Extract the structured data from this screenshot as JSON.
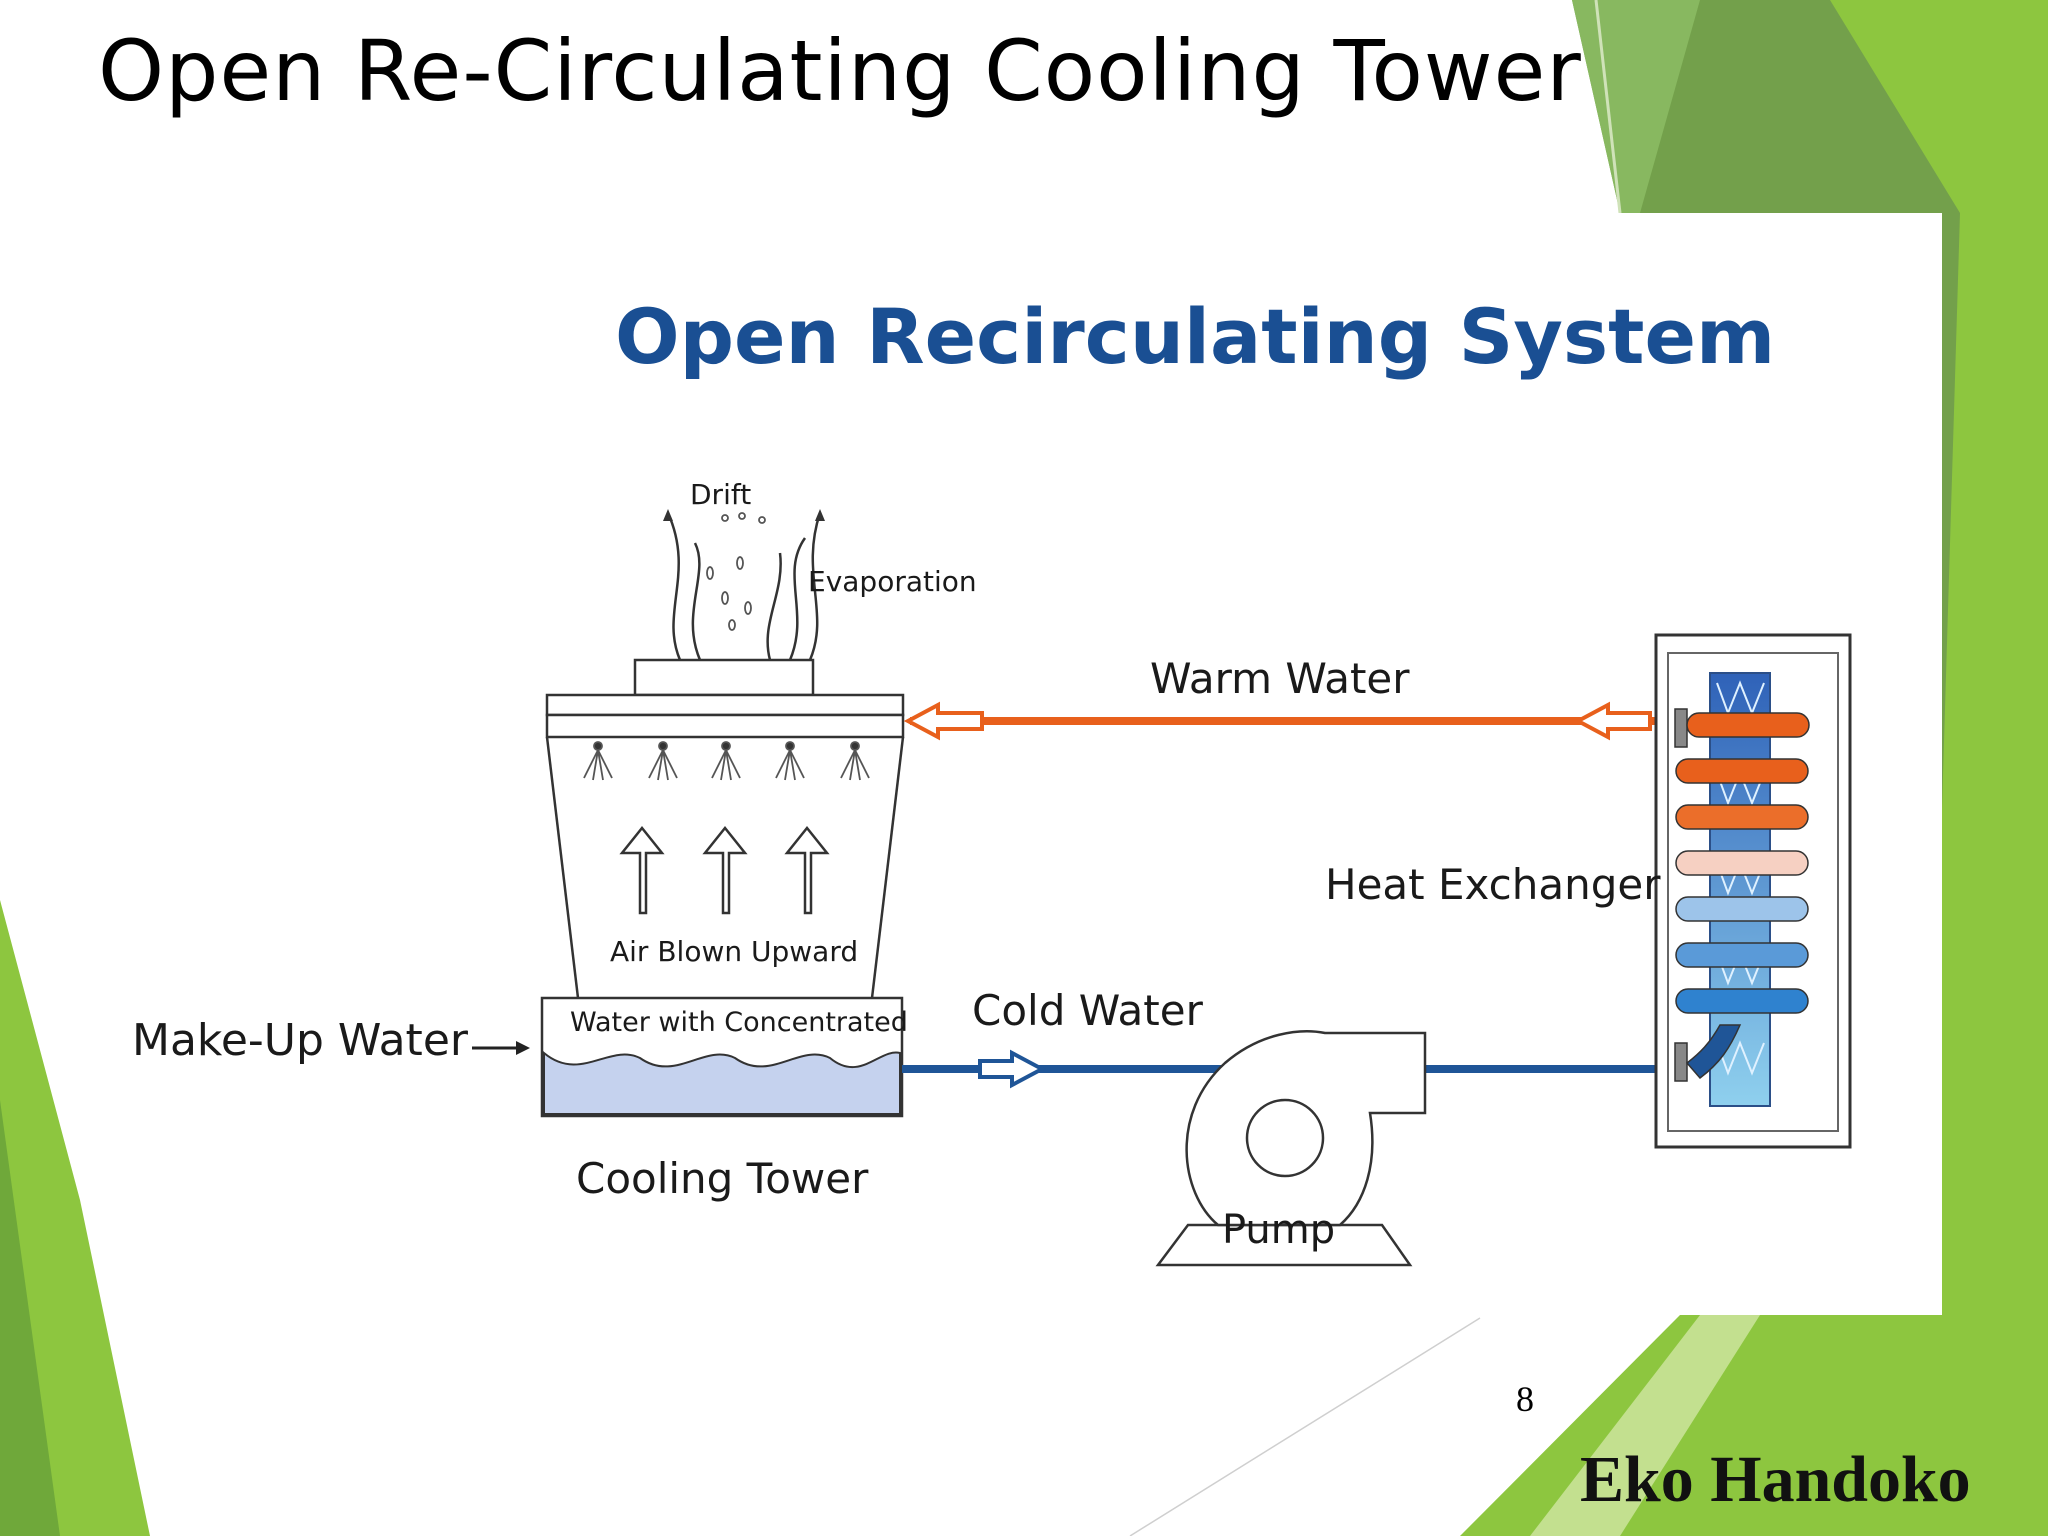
{
  "slide": {
    "title": "Open Re-Circulating Cooling Tower",
    "page_number": "8",
    "author": "Eko Handoko"
  },
  "diagram": {
    "heading": "Open Recirculating System",
    "labels": {
      "drift": "Drift",
      "evaporation": "Evaporation",
      "warm_water": "Warm Water",
      "heat_exchanger": "Heat Exchanger",
      "air_blown_upward": "Air Blown Upward",
      "water_concentrated": "Water with Concentrated",
      "cold_water": "Cold Water",
      "make_up_water": "Make-Up Water",
      "cooling_tower": "Cooling Tower",
      "pump": "Pump"
    }
  },
  "colors": {
    "heading_blue": "#1a4f93",
    "warm_pipe": "#e8601c",
    "cold_pipe": "#1f5597",
    "basin_water": "#c5d2ee",
    "theme_green_light": "#8dc63f",
    "theme_green_dark": "#6f9a4a"
  }
}
